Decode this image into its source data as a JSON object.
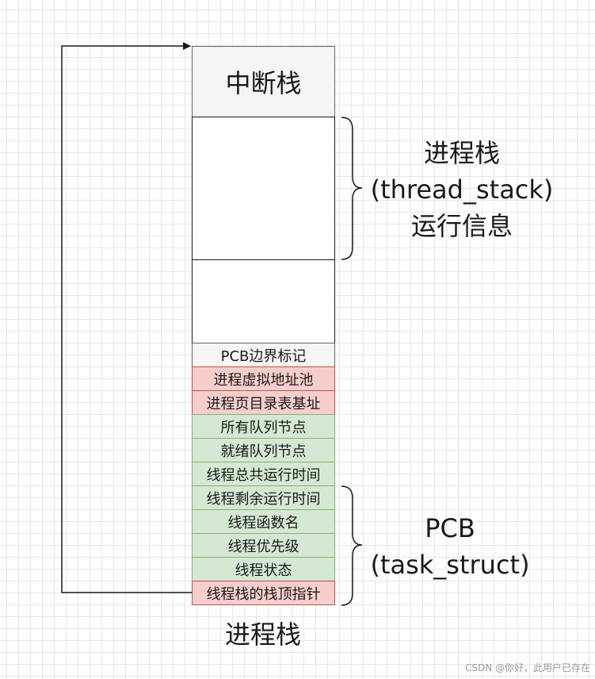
{
  "stack_blocks": {
    "interrupt_stack": "中断栈",
    "thread_stack_top": "",
    "thread_stack_gap": ""
  },
  "pcb_fields": [
    {
      "label": "PCB边界标记",
      "color": "grey"
    },
    {
      "label": "进程虚拟地址池",
      "color": "red"
    },
    {
      "label": "进程页目录表基址",
      "color": "red"
    },
    {
      "label": "所有队列节点",
      "color": "green"
    },
    {
      "label": "就绪队列节点",
      "color": "green"
    },
    {
      "label": "线程总共运行时间",
      "color": "green"
    },
    {
      "label": "线程剩余运行时间",
      "color": "green"
    },
    {
      "label": "线程函数名",
      "color": "green"
    },
    {
      "label": "线程优先级",
      "color": "green"
    },
    {
      "label": "线程状态",
      "color": "green"
    },
    {
      "label": "线程栈的栈顶指针",
      "color": "red"
    }
  ],
  "annotations": {
    "thread_stack": {
      "line1": "进程栈",
      "line2": "(thread_stack)",
      "line3": "运行信息"
    },
    "pcb": {
      "line1": "PCB",
      "line2": "(task_struct)"
    },
    "bottom_caption": "进程栈"
  },
  "colors": {
    "grey_fill": "#f5f5f5",
    "red_fill": "#f8cecc",
    "red_stroke": "#b85450",
    "green_fill": "#d5e8d4",
    "green_stroke": "#82b366",
    "line": "#1a1a1a"
  },
  "watermark": "CSDN @你好，此用户已存在"
}
